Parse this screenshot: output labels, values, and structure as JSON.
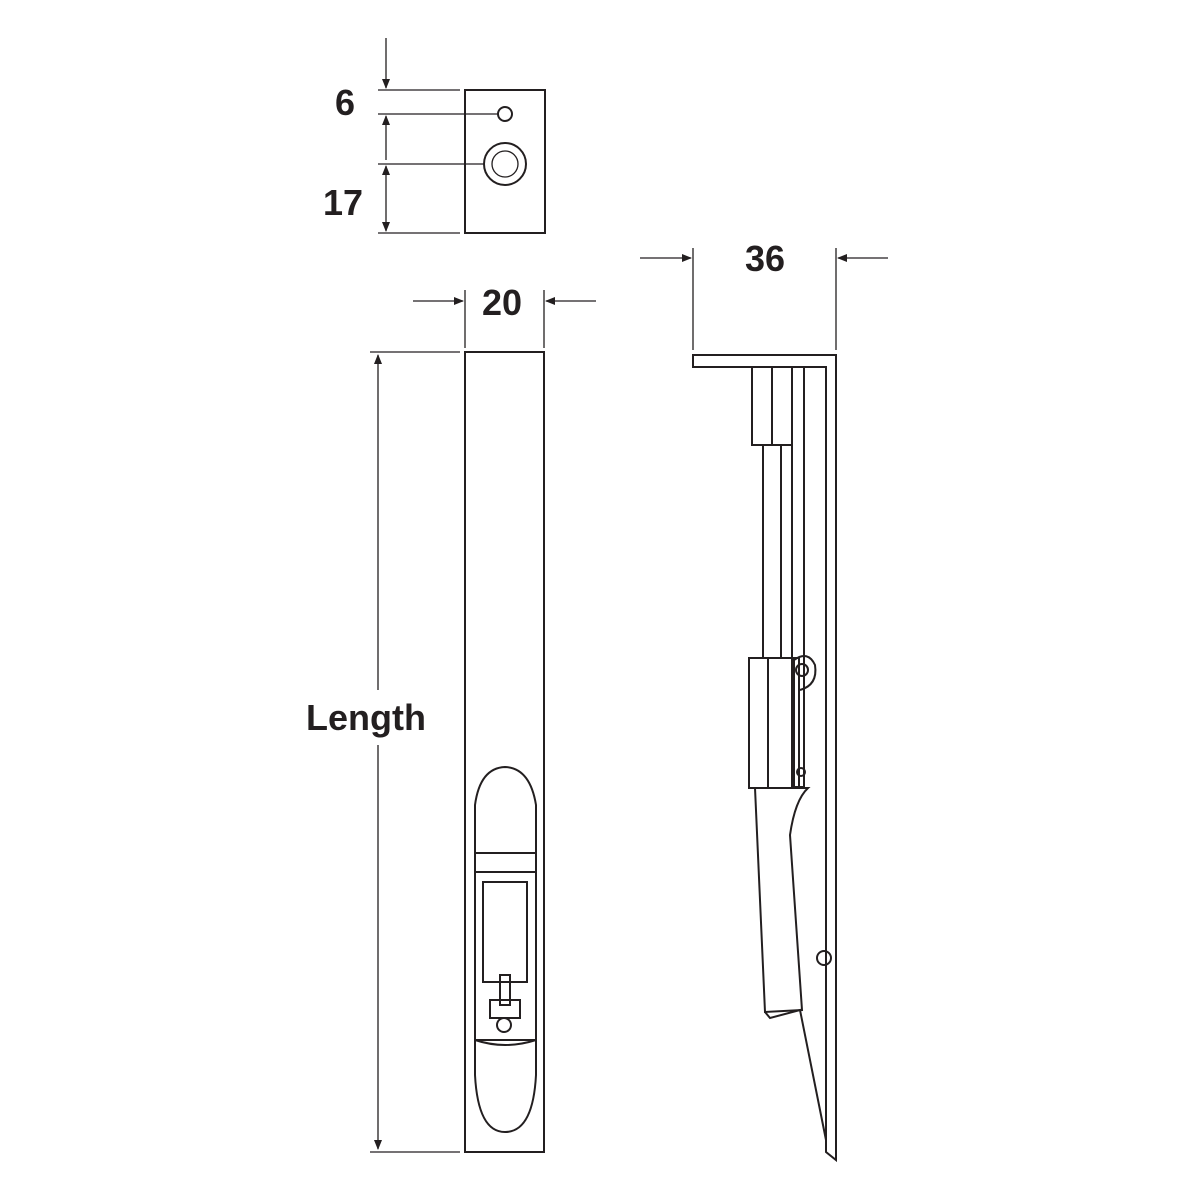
{
  "dimensions": {
    "keep_hole_offset": "6",
    "keep_hole_spacing": "17",
    "bolt_width": "20",
    "bolt_depth": "36",
    "bolt_length": "Length"
  },
  "colors": {
    "line": "#231f20",
    "background": "#ffffff"
  }
}
